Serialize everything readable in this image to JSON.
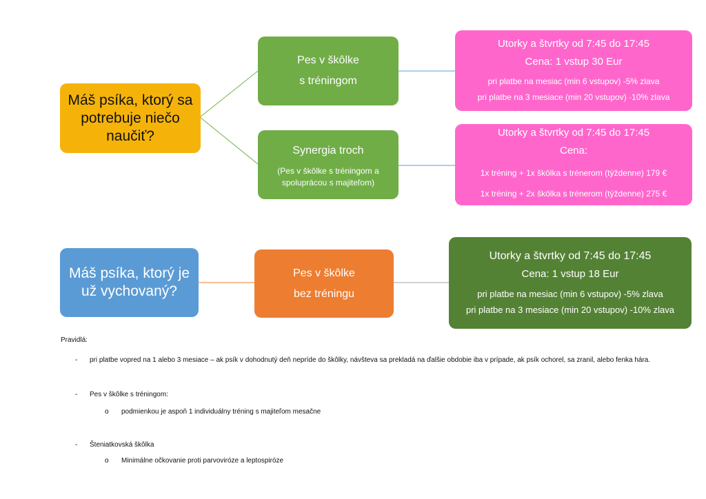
{
  "colors": {
    "orange_yellow": "#F5B30A",
    "green": "#70AD47",
    "pink": "#FF66CC",
    "blue": "#5B9BD5",
    "orange": "#ED7D31",
    "dark_green": "#548235"
  },
  "diagram": {
    "nodes": {
      "question_1": {
        "text": "Máš psíka, ktorý sa potrebuje niečo naučiť?"
      },
      "kindergarten_training": {
        "line1": "Pes v škôlke",
        "line2": "s tréningom"
      },
      "synergy": {
        "title": "Synergia troch",
        "subtitle": "(Pes v škôlke s tréningom a spoluprácou s majiteľom)"
      },
      "info_training": {
        "line1": "Utorky a štvrtky od 7:45 do 17:45",
        "line2": "Cena: 1 vstup 30 Eur",
        "line3": "pri platbe na mesiac (min 6 vstupov) -5% zlava",
        "line4": "pri platbe na 3 mesiace (min 20 vstupov) -10% zlava"
      },
      "info_synergy": {
        "line1": "Utorky a štvrtky od 7:45 do 17:45",
        "line2": "Cena:",
        "line3": "1x tréning + 1x škôlka s trénerom (týždenne) 179 €",
        "line4": "1x tréning + 2x škôlka s trénerom (týždenne) 275 €"
      },
      "question_2": {
        "text": "Máš psíka, ktorý je už vychovaný?"
      },
      "kindergarten_no_training": {
        "line1": "Pes v škôlke",
        "line2": "bez tréningu"
      },
      "info_no_training": {
        "line1": "Utorky a štvrtky od 7:45 do 17:45",
        "line2": "Cena: 1 vstup 18 Eur",
        "line3": "pri platbe na mesiac (min 6 vstupov) -5% zlava",
        "line4": "pri platbe na 3 mesiace (min 20 vstupov) -10% zlava"
      }
    }
  },
  "rules": {
    "heading": "Pravidlá:",
    "dash": "-",
    "circle": "o",
    "item1": "pri platbe vopred na 1 alebo 3 mesiace – ak psík v dohodnutý deň nepríde do škôlky, návšteva sa prekladá na ďalšie obdobie iba v prípade, ak psík ochorel, sa zranil, alebo fenka hára.",
    "item2": "Pes v škôlke s tréningom:",
    "item2_sub": "podmienkou je aspoň 1 individuálny tréning s majiteľom mesačne",
    "item3": "Šteniatkovská škôlka",
    "item3_sub": "Minimálne očkovanie proti parvoviróze a leptospiróze"
  }
}
